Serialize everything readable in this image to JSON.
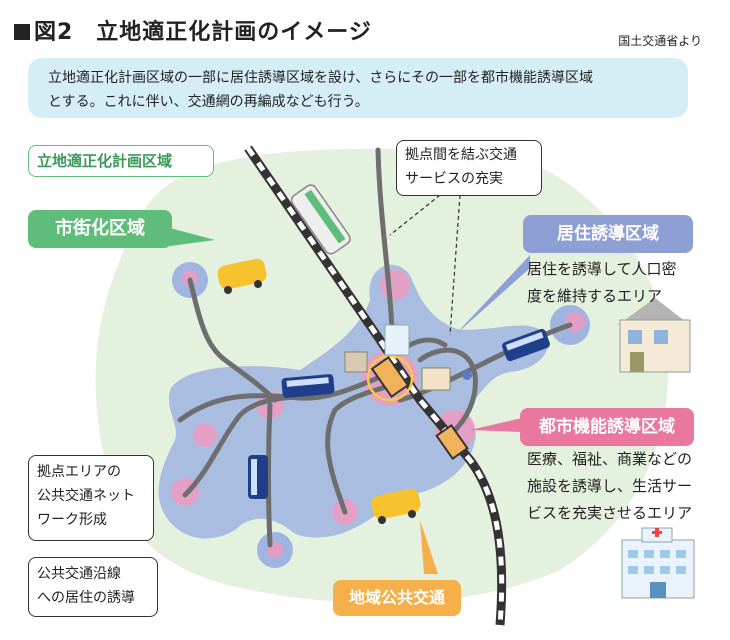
{
  "header": {
    "title": "図2　立地適正化計画のイメージ",
    "source": "国土交通省より"
  },
  "intro": {
    "line1": "立地適正化計画区域の一部に居住誘導区域を設け、さらにその一部を都市機能誘導区域",
    "line2": "とする。これに伴い、交通網の再編成なども行う。"
  },
  "labels": {
    "plan_area": "立地適正化計画区域",
    "urbanization_area": "市街化区域",
    "hub_service_line1": "拠点間を結ぶ交通",
    "hub_service_line2": "サービスの充実",
    "residential_area": "居住誘導区域",
    "residential_desc_line1": "居住を誘導して人口密",
    "residential_desc_line2": "度を維持するエリア",
    "urban_function_area": "都市機能誘導区域",
    "urban_function_desc_line1": "医療、福祉、商業などの",
    "urban_function_desc_line2": "施設を誘導し、生活サー",
    "urban_function_desc_line3": "ビスを充実させるエリア",
    "network_line1": "拠点エリアの",
    "network_line2": "公共交通ネット",
    "network_line3": "ワーク形成",
    "transit_line1": "公共交通沿線",
    "transit_line2": "への居住の誘導",
    "local_transit": "地域公共交通"
  },
  "colors": {
    "plan_area_fill": "#e3f1de",
    "urbanization_green": "#5fbd7c",
    "residential_blue": "#8d9fd3",
    "residential_zone_fill": "#9fb4e0",
    "urban_pink": "#e9779e",
    "local_transit_orange": "#f5b04a",
    "intro_bg": "#d5eef6"
  }
}
